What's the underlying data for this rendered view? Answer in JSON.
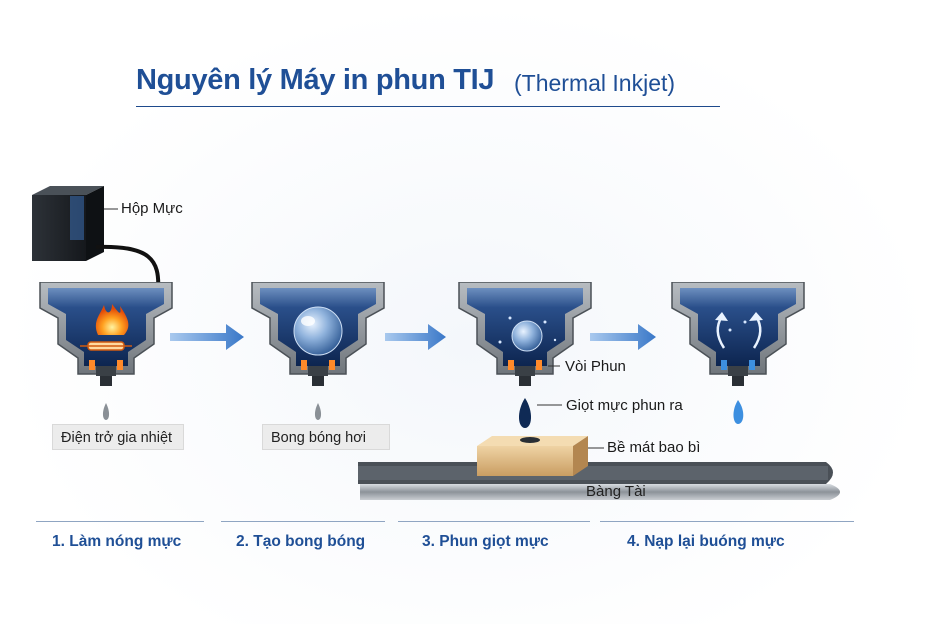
{
  "title": {
    "main": "Nguyên lý Máy in phun TIJ",
    "sub": "(Thermal Inkjet)"
  },
  "labels": {
    "ink_box": "Hộp Mực",
    "heater": "Điện trở gia nhiệt",
    "bubble": "Bong bóng hơi",
    "nozzle": "Vòi Phun",
    "droplet": "Giọt mực phun ra",
    "surface": "Bề mát bao bì",
    "conveyor": "Bàng Tài"
  },
  "steps": [
    {
      "label": "1. Làm nóng mực"
    },
    {
      "label": "2. Tạo bong bóng"
    },
    {
      "label": "3. Phun giọt mực"
    },
    {
      "label": "4. Nạp lại buóng mực"
    }
  ],
  "colors": {
    "title": "#1f4f96",
    "ink": "#1b3f7a",
    "arrow": "#4a86d0",
    "housing": "#8d9399",
    "heater": "#ff7a1a"
  }
}
